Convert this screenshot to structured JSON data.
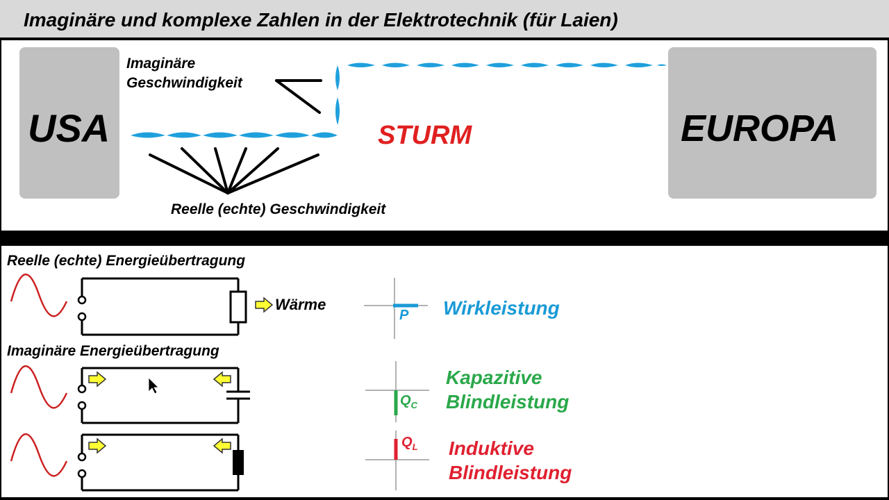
{
  "header": {
    "title": "Imaginäre und komplexe Zahlen in der Elektrotechnik (für Laien)"
  },
  "analogy": {
    "left_box": "USA",
    "right_box": "EUROPA",
    "storm": "STURM",
    "imag_speed_line1": "Imaginäre",
    "imag_speed_line2": "Geschwindigkeit",
    "real_speed": "Reelle (echte) Geschwindigkeit"
  },
  "energy": {
    "real_heading": "Reelle (echte) Energieübertragung",
    "heat": "Wärme",
    "imag_heading": "Imaginäre Energieübertragung",
    "wirk": "Wirkleistung",
    "p_symbol": "P",
    "kap_line1": "Kapazitive",
    "kap_line2": "Blindleistung",
    "qc_main": "Q",
    "qc_sub": "C",
    "ind_line1": "Induktive",
    "ind_line2": "Blindleistung",
    "ql_main": "Q",
    "ql_sub": "L"
  },
  "colors": {
    "wind_blue": "#1fa0dc",
    "storm_red": "#e02020",
    "wirk_blue": "#1a9ad6",
    "kap_green": "#2aa84a",
    "ind_red": "#e02030",
    "arrow_yellow": "#ffff33",
    "sine_red": "#cc2020"
  }
}
